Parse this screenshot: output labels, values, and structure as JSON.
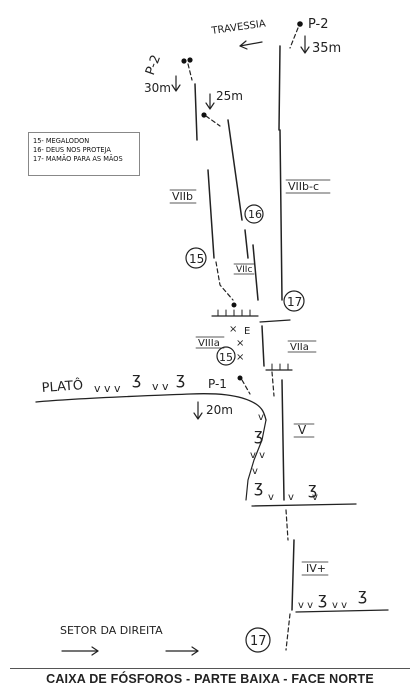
{
  "labels": {
    "traverse": "TRAVESSIA",
    "p2_top": "P-2",
    "len_35": "35m",
    "p2_left": "P-2",
    "len_30": "30m",
    "len_25": "25m",
    "grade_viib": "VIIb",
    "grade_viibc": "VIIb-c",
    "route_16": "16",
    "route_15_upper": "15",
    "grade_viic": "VIIc",
    "route_17_mid": "17",
    "grade_viiia": "VIIIa",
    "route_15_mid": "15",
    "grade_viia": "VIIa",
    "plato": "PLATÔ",
    "p1": "P-1",
    "len_20": "20m",
    "grade_v": "V",
    "grade_ivplus": "IV+",
    "setor": "SETOR DA DIREITA",
    "route_17_bottom": "17"
  },
  "legend": {
    "items": [
      "15- MEGALODON",
      "16- DEUS NOS PROTEJA",
      "17- MAMÃO PARA AS MÃOS"
    ]
  },
  "footer": {
    "title": "CAIXA DE FÓSFOROS - PARTE BAIXA - FACE NORTE"
  }
}
